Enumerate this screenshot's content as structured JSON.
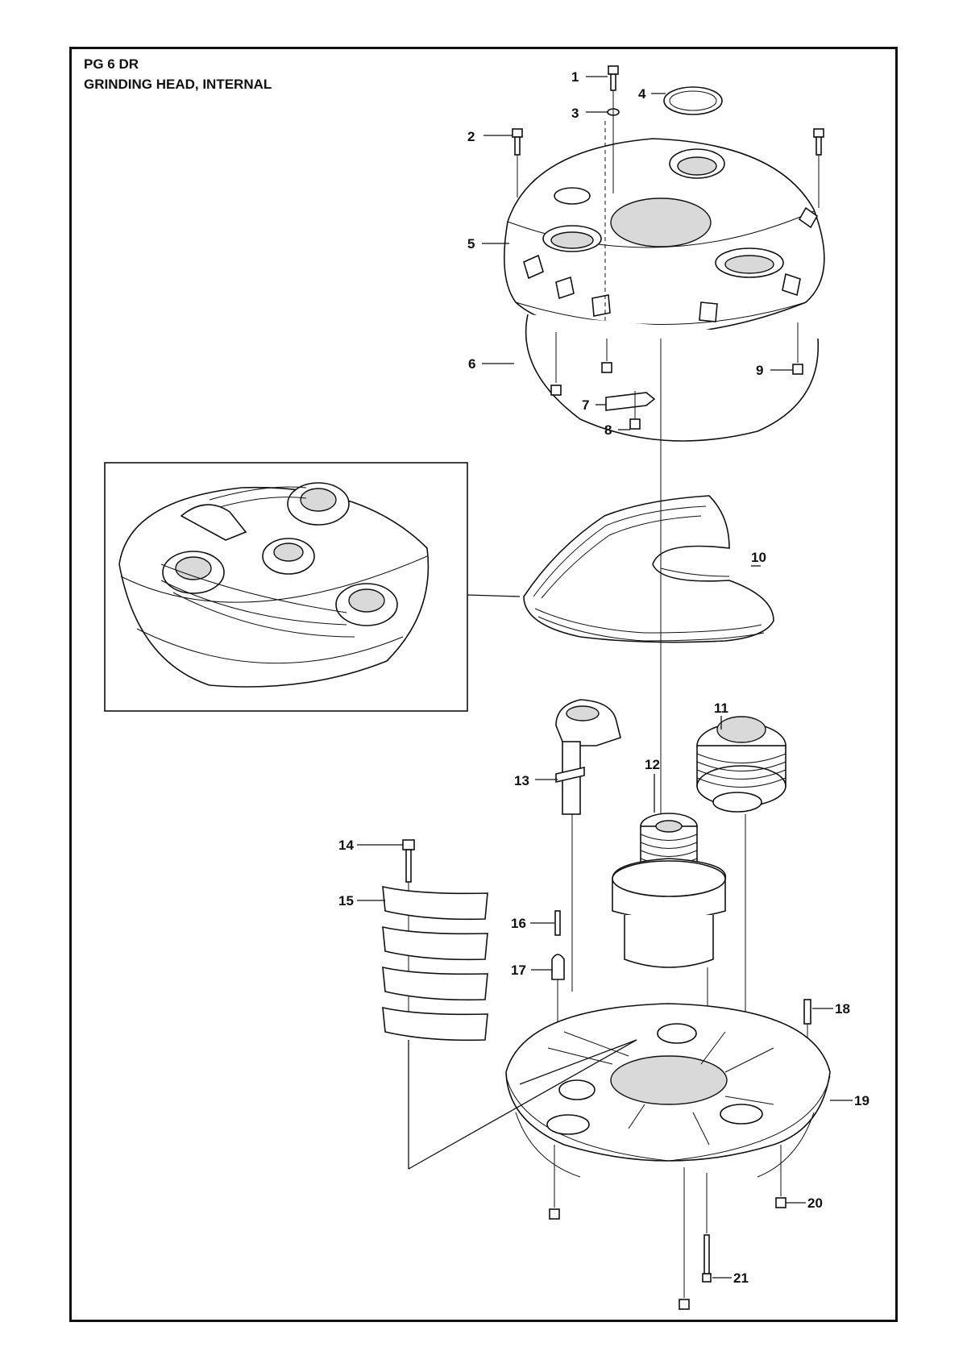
{
  "header": {
    "model": "PG 6 DR",
    "section": "GRINDING HEAD, INTERNAL"
  },
  "callouts": [
    "1",
    "2",
    "3",
    "4",
    "5",
    "6",
    "7",
    "8",
    "9",
    "10",
    "11",
    "12",
    "13",
    "14",
    "15",
    "16",
    "17",
    "18",
    "19",
    "20",
    "21"
  ]
}
